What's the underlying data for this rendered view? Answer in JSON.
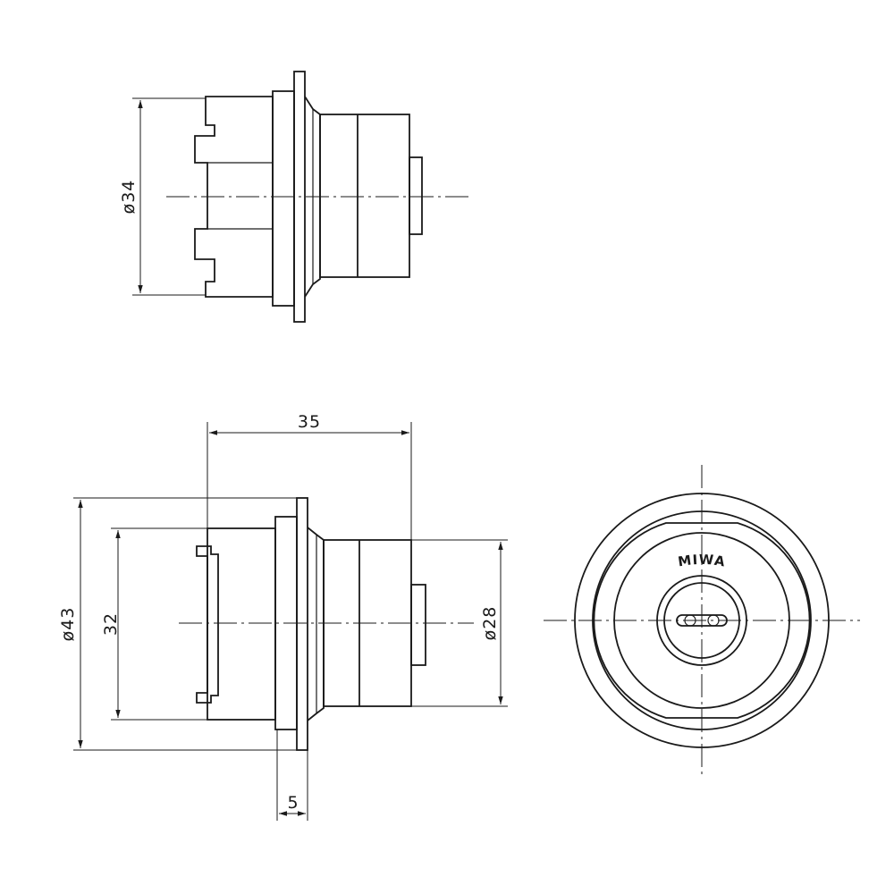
{
  "dimensions": {
    "top_diameter": "ø34",
    "length": "35",
    "outer_diameter": "ø43",
    "body_diameter": "32",
    "cylinder_diameter": "ø28",
    "flange_thickness": "5"
  },
  "brand": "MIWA"
}
